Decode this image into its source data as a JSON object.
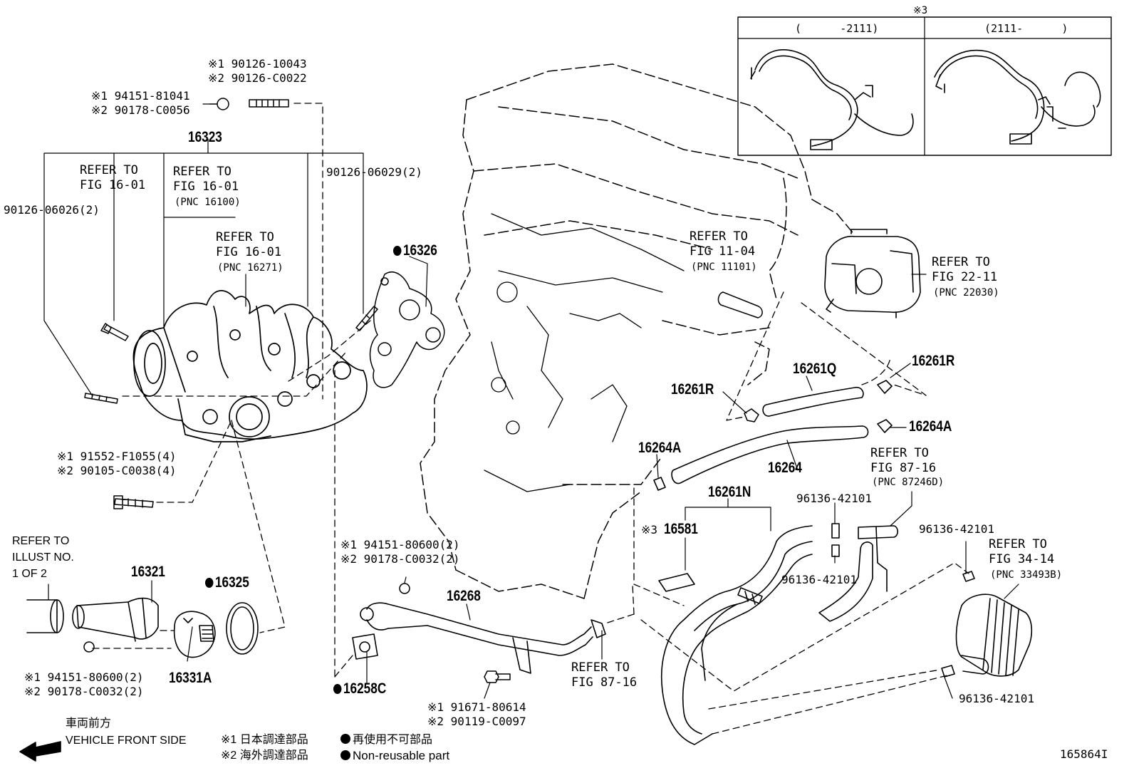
{
  "inset": {
    "mark": "※3",
    "col_left": "(      -2111)",
    "col_right": "(2111-      )"
  },
  "labels": {
    "top_bolt_1": "※1 94151-81041",
    "top_bolt_2": "※2 90178-C0056",
    "top_stud_1": "※1 90126-10043",
    "top_stud_2": "※2 90126-C0022",
    "p16323": "16323",
    "stud_left": "90126-06026(2)",
    "stud_right": "90126-06029(2)",
    "ref_a_1": "REFER TO",
    "ref_a_2": "FIG 16-01",
    "ref_b_1": "REFER TO",
    "ref_b_2": "FIG 16-01",
    "ref_b_3": "(PNC 16100)",
    "ref_c_1": "REFER TO",
    "ref_c_2": "FIG 16-01",
    "ref_c_3": "(PNC 16271)",
    "p16326": "16326",
    "ref_d_1": "REFER TO",
    "ref_d_2": "FIG 11-04",
    "ref_d_3": "(PNC 11101)",
    "ref_e_1": "REFER TO",
    "ref_e_2": "FIG 22-11",
    "ref_e_3": "(PNC 22030)",
    "p16261Q": "16261Q",
    "p16261R_right": "16261R",
    "p16261R_left": "16261R",
    "p16264A_right": "16264A",
    "p16264A_left": "16264A",
    "p16264": "16264",
    "ref_f_1": "REFER TO",
    "ref_f_2": "FIG 87-16",
    "ref_f_3": "(PNC 87246D)",
    "p16261N": "16261N",
    "clip_1": "96136-42101",
    "clip_2": "96136-42101",
    "clip_3": "96136-42101",
    "clip_4": "96136-42101",
    "p16581_mark": "※3",
    "p16581": "16581",
    "ref_g_1": "REFER TO",
    "ref_g_2": "FIG 34-14",
    "ref_g_3": "(PNC 33493B)",
    "bolt4_1": "※1 91552-F1055(4)",
    "bolt4_2": "※2 90105-C0038(4)",
    "ref_illust_1": "REFER TO",
    "ref_illust_2": "ILLUST NO.",
    "ref_illust_3": "1 OF 2",
    "p16321": "16321",
    "p16325": "16325",
    "p16331A": "16331A",
    "bolt_c_1": "※1 94151-80600(2)",
    "bolt_c_2": "※2 90178-C0032(2)",
    "bolt_d_1": "※1 94151-80600(2)",
    "bolt_d_2": "※2 90178-C0032(2)",
    "p16268": "16268",
    "p16258C": "16258C",
    "ref_h_1": "REFER TO",
    "ref_h_2": "FIG 87-16",
    "bolt_e_1": "※1 91671-80614",
    "bolt_e_2": "※2 90119-C0097",
    "front_jp": "車両前方",
    "front_en": "VEHICLE FRONT SIDE",
    "legend_1": "※1 日本調達部品",
    "legend_2": "※2 海外調達部品",
    "legend_3": "再使用不可部品",
    "legend_4": "Non-reusable part",
    "fig_id": "165864I"
  }
}
